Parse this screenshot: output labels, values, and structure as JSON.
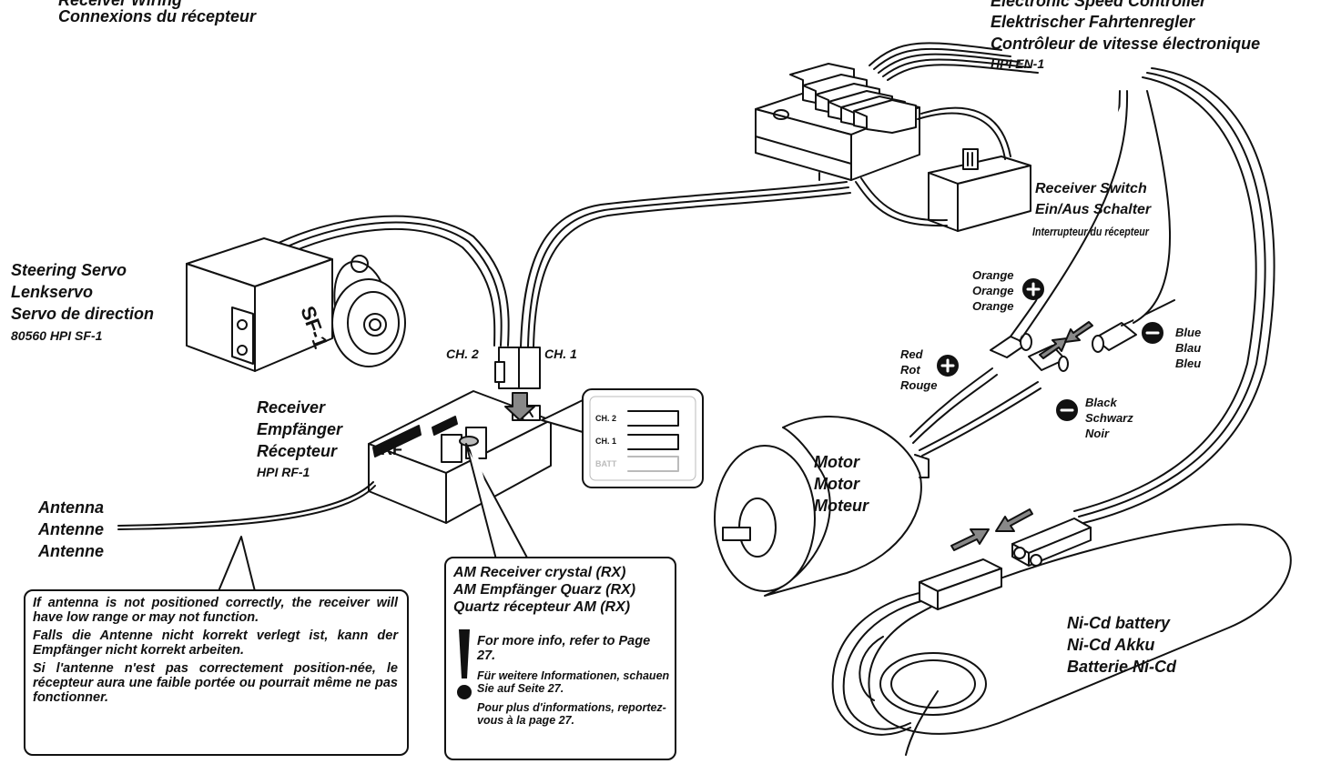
{
  "header": {
    "line1": "Connexions du récepteur",
    "top_clipped": "Receiver Wiring"
  },
  "esc": {
    "en": "Electronic Speed Controller",
    "de": "Elektrischer Fahrtenregler",
    "fr": "Contrôleur de vitesse électronique",
    "model": "HPI  EN-1"
  },
  "switch": {
    "en": "Receiver Switch",
    "de": "Ein/Aus Schalter",
    "fr": "Interrupteur du récepteur"
  },
  "servo": {
    "en": "Steering Servo",
    "de": "Lenkservo",
    "fr": "Servo de direction",
    "model": "80560 HPI SF-1",
    "body_text": "SF-1"
  },
  "receiver": {
    "en": "Receiver",
    "de": "Empfänger",
    "fr": "Récepteur",
    "model": "HPI RF-1",
    "ch2": "CH. 2",
    "ch1": "CH. 1",
    "body_text": "RF"
  },
  "inset": {
    "ch2": "CH. 2",
    "ch1": "CH. 1",
    "batt": "BATT"
  },
  "antenna": {
    "en": "Antenna",
    "de": "Antenne",
    "fr": "Antenne",
    "note_en": "If antenna is not positioned correctly, the receiver will have low range or may not function.",
    "note_de": "Falls die Antenne nicht korrekt verlegt ist, kann der Empfänger nicht korrekt arbeiten.",
    "note_fr": "Si l'antenne n'est pas correctement position-née, le récepteur aura une faible portée ou pourrait même ne pas fonctionner."
  },
  "crystal": {
    "en": "AM Receiver crystal (RX)",
    "de": "AM Empfänger Quarz (RX)",
    "fr": "Quartz récepteur AM (RX)",
    "info_en": "For more info, refer to Page 27.",
    "info_de": "Für weitere Informationen, schauen Sie auf Seite 27.",
    "info_fr": "Pour plus d'informations, reportez-vous à la page 27."
  },
  "wires": {
    "orange": [
      "Orange",
      "Orange",
      "Orange"
    ],
    "red": [
      "Red",
      "Rot",
      "Rouge"
    ],
    "blue": [
      "Blue",
      "Blau",
      "Bleu"
    ],
    "black": [
      "Black",
      "Schwarz",
      "Noir"
    ]
  },
  "motor": {
    "en": "Motor",
    "de": "Motor",
    "fr": "Moteur"
  },
  "battery": {
    "en": "Ni-Cd battery",
    "de": "Ni-Cd Akku",
    "fr": "Batterie Ni-Cd"
  }
}
